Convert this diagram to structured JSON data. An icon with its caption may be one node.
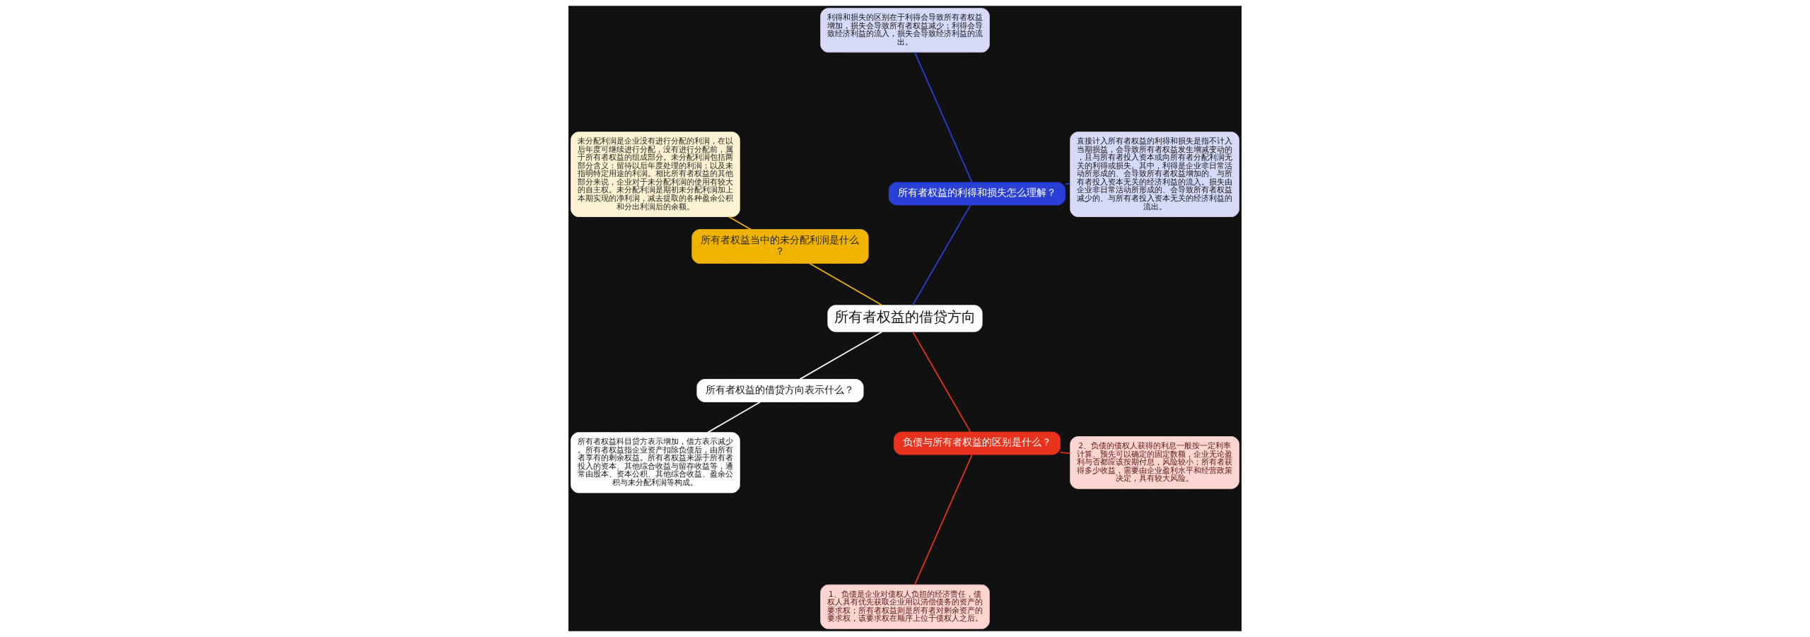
{
  "diagram": {
    "nodes": [
      {
        "text": [
          "所有者权益的借贷方向"
        ]
      },
      {
        "text": [
          "所有者权益的利得和损失怎么理解？"
        ]
      },
      {
        "text": [
          "直接计入所有者权益的利得和损失是指不计入当期损益，会导致所有者权益发生增减变动的，且与所有者投入资本或向所有者分配利润无关的利得或损失。其中，利得是企业非日常活动所形成的、会导致所有者权益增加的、与所有者投入资本无关的经济利益的流入。损失由企业非日常活动所形成的、会导致所有者权益减少的、与所有者投入资本无关的经济利益的流出。"
        ]
      },
      {
        "text": [
          "利得和损失的区别在于利得会导致所有者权益增加，损失会导致所有者权益减少；利得会导致经济利益的流入，损失会导致经济利益的流出。"
        ]
      },
      {
        "text": [
          "所有者权益当中的未分配利润是什么？"
        ]
      },
      {
        "text": [
          "未分配利润是企业没有进行分配的利润，在以后年度可继续进行分配，没有进行分配前，属于所有者权益的组成部分。未分配利润包括两部分含义：留待以后年度处理的利润；以及未指明特定用途的利润。相比所有者权益的其他部分来说，企业对于未分配利润的使用有较大的自主权。未分配利润是期初未分配利润加上本期实现的净利润，减去提取的各种盈余公积和分出利润后的余额。"
        ]
      },
      {
        "text": [
          "所有者权益的借贷方向表示什么？"
        ]
      },
      {
        "text": [
          "所有者权益科目贷方表示增加，借方表示减少。所有者权益指企业资产扣除负债后，由所有者享有的剩余权益。所有者权益来源于所有者投入的资本、其他综合收益与留存收益等，通常由股本、资本公积、其他综合收益、盈余公积与未分配利润等构成。"
        ]
      },
      {
        "text": [
          "负债与所有者权益的区别是什么？"
        ]
      },
      {
        "text": [
          "1、负债是企业对债权人负担的经济责任，债权人具有优先获取企业用以清偿债务的资产的要求权；所有者权益则是所有者对剩余资产的要求权，该要求权在顺序上位于债权人之后。"
        ]
      },
      {
        "text": [
          "2、负债的债权人获得的利息一般按一定利率计算、预先可以确定的固定数额，企业无论盈利与否都应该按期付息，风险较小；所有者获得多少收益，需要由企业盈利水平和经营政策决定，具有较大风险。"
        ]
      }
    ],
    "edges": [
      {
        "from": 0,
        "to": 1,
        "arrow": "none",
        "color": "#2a3fd6"
      },
      {
        "from": 1,
        "to": 2,
        "arrow": "none",
        "color": "#2a3fd6"
      },
      {
        "from": 1,
        "to": 3,
        "arrow": "none",
        "color": "#2a3fd6"
      },
      {
        "from": 0,
        "to": 4,
        "arrow": "none",
        "color": "#f0b400"
      },
      {
        "from": 4,
        "to": 5,
        "arrow": "none",
        "color": "#f0b400"
      },
      {
        "from": 0,
        "to": 6,
        "arrow": "none",
        "color": "#ffffff"
      },
      {
        "from": 6,
        "to": 7,
        "arrow": "none",
        "color": "#ffffff"
      },
      {
        "from": 0,
        "to": 8,
        "arrow": "none",
        "color": "#e8321e"
      },
      {
        "from": 8,
        "to": 9,
        "arrow": "none",
        "color": "#e8321e"
      },
      {
        "from": 8,
        "to": 10,
        "arrow": "none",
        "color": "#e8321e"
      }
    ]
  }
}
